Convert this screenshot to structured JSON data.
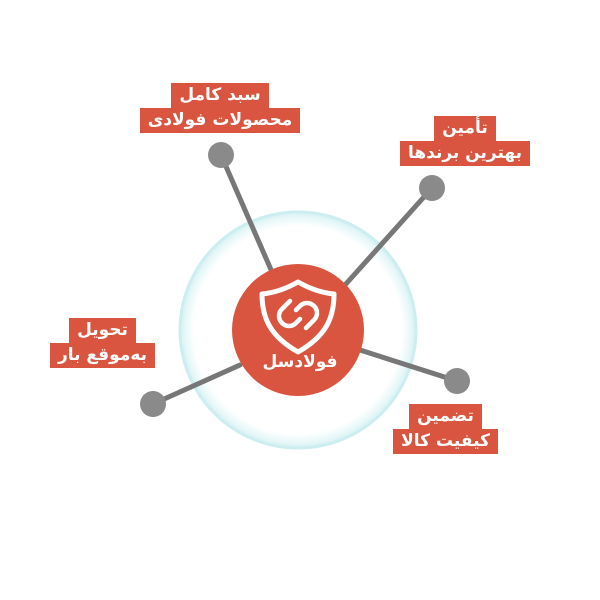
{
  "colors": {
    "accent": "#d9553f",
    "connector": "#777777",
    "node": "#8a8a8a",
    "ring": "#d7f1f3",
    "text": "#ffffff"
  },
  "hub": {
    "icon": "shield-chain-icon",
    "brand": "فولادسل"
  },
  "labels": {
    "top_left": [
      "سبد کامل",
      "محصولات فولادی"
    ],
    "top_right": [
      "تأمین",
      "بهترین برندها"
    ],
    "left": [
      "تحویل",
      "به‌موقع بار"
    ],
    "bottom_right": [
      "تضمین",
      "کیفیت کالا"
    ]
  }
}
